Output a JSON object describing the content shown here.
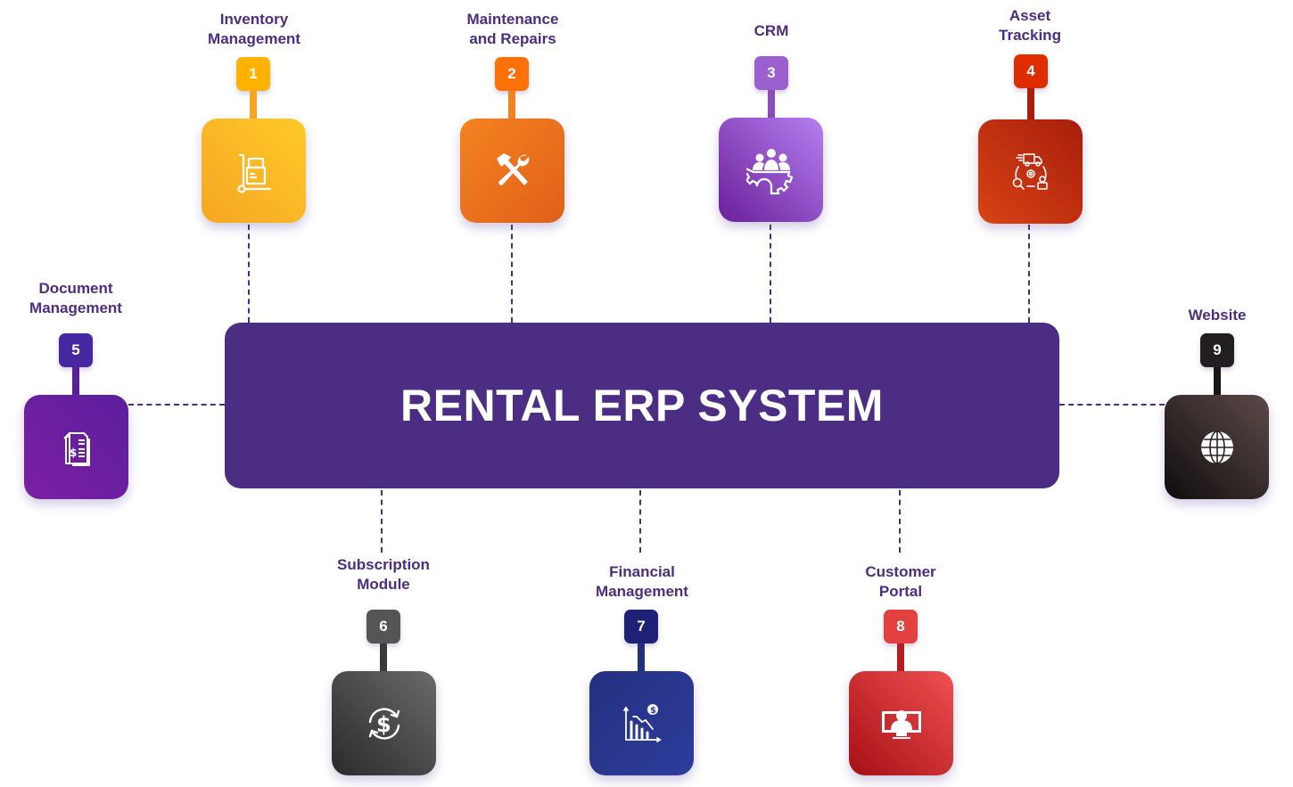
{
  "hub": {
    "title": "RENTAL ERP SYSTEM",
    "color": "#4b2e83"
  },
  "modules": [
    {
      "number": "1",
      "label": "Inventory\nManagement",
      "icon": "hand-truck-icon",
      "badge_color": "#ffb300",
      "card_colors": [
        "#ffc928",
        "#f5a623"
      ]
    },
    {
      "number": "2",
      "label": "Maintenance\nand Repairs",
      "icon": "tools-icon",
      "badge_color": "#ff7008",
      "card_colors": [
        "#f58220",
        "#e0601a"
      ]
    },
    {
      "number": "3",
      "label": "CRM",
      "icon": "team-gear-icon",
      "badge_color": "#9b5fd0",
      "card_colors": [
        "#b57ff0",
        "#6a1f9a"
      ]
    },
    {
      "number": "4",
      "label": "Asset\nTracking",
      "icon": "asset-cycle-icon",
      "badge_color": "#e02d00",
      "card_colors": [
        "#a81e0c",
        "#d84315"
      ]
    },
    {
      "number": "5",
      "label": "Document\nManagement",
      "icon": "invoice-document-icon",
      "badge_color": "#4527a0",
      "card_colors": [
        "#5b1f9e",
        "#7b1fa2"
      ]
    },
    {
      "number": "6",
      "label": "Subscription\nModule",
      "icon": "recurring-dollar-icon",
      "badge_color": "#555555",
      "card_colors": [
        "#6a6a6a",
        "#2a2a2a"
      ]
    },
    {
      "number": "7",
      "label": "Financial\nManagement",
      "icon": "finance-chart-icon",
      "badge_color": "#1e2176",
      "card_colors": [
        "#233080",
        "#2e3d9c"
      ]
    },
    {
      "number": "8",
      "label": "Customer\nPortal",
      "icon": "customer-monitor-icon",
      "badge_color": "#e34040",
      "card_colors": [
        "#f05050",
        "#a50f15"
      ]
    },
    {
      "number": "9",
      "label": "Website",
      "icon": "globe-icon",
      "badge_color": "#231f20",
      "card_colors": [
        "#5d4a4a",
        "#0f0c0c"
      ]
    }
  ]
}
